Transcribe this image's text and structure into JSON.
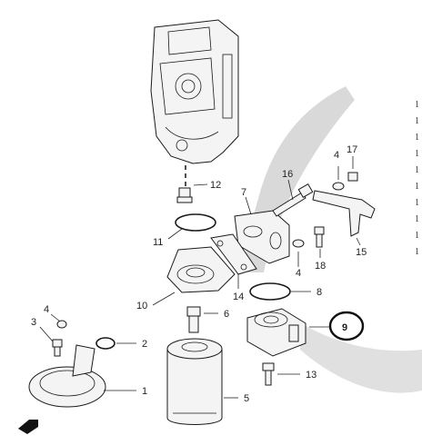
{
  "diagram": {
    "callouts": [
      {
        "id": "1",
        "label": "1"
      },
      {
        "id": "2",
        "label": "2"
      },
      {
        "id": "3",
        "label": "3"
      },
      {
        "id": "4a",
        "label": "4"
      },
      {
        "id": "4b",
        "label": "4"
      },
      {
        "id": "4c",
        "label": "4"
      },
      {
        "id": "5",
        "label": "5"
      },
      {
        "id": "6",
        "label": "6"
      },
      {
        "id": "7",
        "label": "7"
      },
      {
        "id": "8",
        "label": "8"
      },
      {
        "id": "9",
        "label": "9"
      },
      {
        "id": "10",
        "label": "10"
      },
      {
        "id": "11",
        "label": "11"
      },
      {
        "id": "12",
        "label": "12"
      },
      {
        "id": "13",
        "label": "13"
      },
      {
        "id": "14",
        "label": "14"
      },
      {
        "id": "15",
        "label": "15"
      },
      {
        "id": "16",
        "label": "16"
      },
      {
        "id": "17",
        "label": "17"
      },
      {
        "id": "18",
        "label": "18"
      }
    ],
    "side_marks": [
      "1",
      "1",
      "1",
      "1",
      "1",
      "1",
      "1",
      "1",
      "1",
      "1"
    ],
    "highlight_color": "#111111",
    "watermark_color": "#d6d6d6"
  }
}
